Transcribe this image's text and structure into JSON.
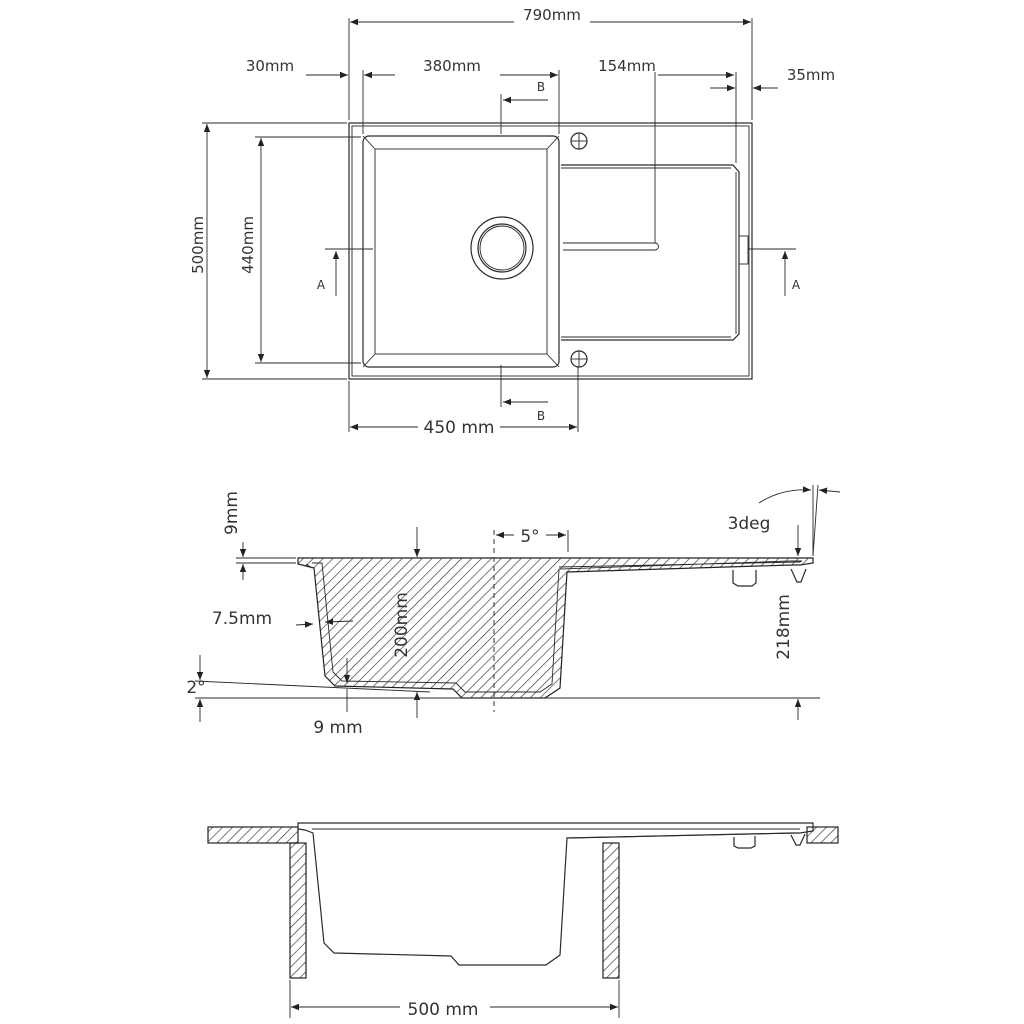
{
  "top_view": {
    "dims": {
      "overall_width": "790mm",
      "left_margin": "30mm",
      "bowl_width": "380mm",
      "drainer_length": "154mm",
      "right_margin": "35mm",
      "overall_depth": "500mm",
      "bowl_depth": "440mm",
      "cutout_width": "450 mm"
    },
    "section_marks": {
      "b_top": "B",
      "b_bottom": "B",
      "a_left": "A",
      "a_right": "A"
    }
  },
  "section_view": {
    "dims": {
      "rim_thickness": "9mm",
      "wall_thickness": "7.5mm",
      "bowl_height": "200mm",
      "total_height": "218mm",
      "floor_thickness": "9 mm",
      "floor_slope": "2°",
      "wall_draft": "5°",
      "drainer_slope": "3deg"
    }
  },
  "install_view": {
    "dims": {
      "cabinet_width": "500 mm"
    }
  }
}
